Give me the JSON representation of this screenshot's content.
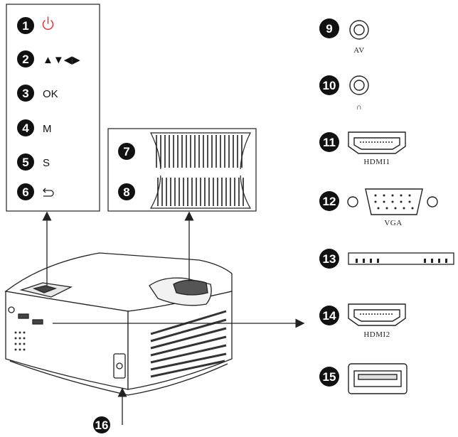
{
  "buttons": [
    {
      "n": "1",
      "icon": "power-icon",
      "label": ""
    },
    {
      "n": "2",
      "icon": "arrow-keys-icon",
      "label": "▲▼◀▶"
    },
    {
      "n": "3",
      "icon": "",
      "label": "OK"
    },
    {
      "n": "4",
      "icon": "",
      "label": "M"
    },
    {
      "n": "5",
      "icon": "",
      "label": "S"
    },
    {
      "n": "6",
      "icon": "return-icon",
      "label": ""
    }
  ],
  "lens": [
    {
      "n": "7"
    },
    {
      "n": "8"
    }
  ],
  "ports": [
    {
      "n": "9",
      "icon": "av-jack-icon",
      "label": "AV"
    },
    {
      "n": "10",
      "icon": "headphone-jack-icon",
      "label": "∩"
    },
    {
      "n": "11",
      "icon": "hdmi-port-icon",
      "label": "HDMI1"
    },
    {
      "n": "12",
      "icon": "vga-port-icon",
      "label": "VGA"
    },
    {
      "n": "13",
      "icon": "card-slot-icon",
      "label": ""
    },
    {
      "n": "14",
      "icon": "hdmi-port-icon",
      "label": "HDMI2"
    },
    {
      "n": "15",
      "icon": "usb-port-icon",
      "label": ""
    }
  ],
  "bottom": {
    "n": "16"
  },
  "colors": {
    "power": "#d9383c",
    "badge": "#111111",
    "line": "#222222"
  }
}
